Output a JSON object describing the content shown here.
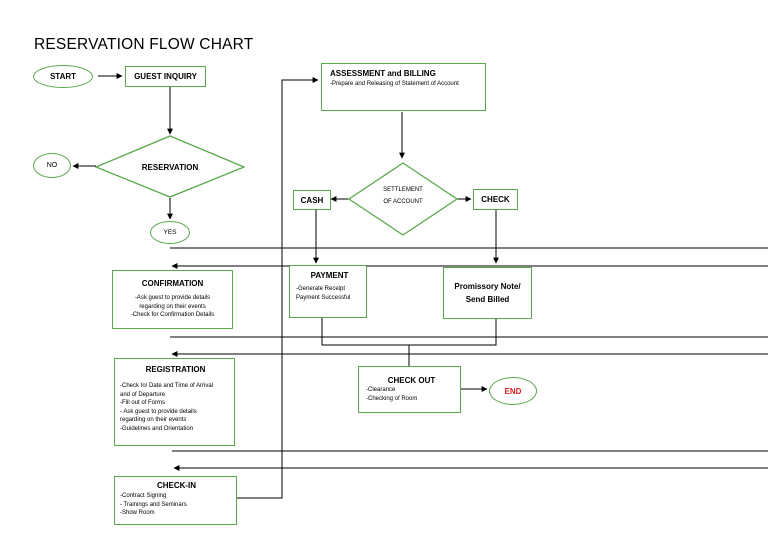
{
  "title": "RESERVATION FLOW CHART",
  "nodes": {
    "start": "START",
    "guest_inquiry": "GUEST INQUIRY",
    "reservation": "RESERVATION",
    "no": "NO",
    "yes": "YES",
    "confirmation": {
      "title": "CONFIRMATION",
      "lines": [
        "-Ask guest to provide details",
        "regarding on their events",
        "-Check for Confirmation Details"
      ]
    },
    "registration": {
      "title": "REGISTRATION",
      "lines": [
        "-Check In/ Date and Time of Arrival",
        "and of Departure",
        "-Fill out of Forms",
        "- Ask guest to provide details",
        "regarding on their events",
        "-Guidelines and Orientation"
      ]
    },
    "check_in": {
      "title": "CHECK-IN",
      "lines": [
        "-Contract Signing",
        "- Trainings and Seminars",
        "-Show Room"
      ]
    },
    "assessment": {
      "title": "ASSESSMENT and BILLING",
      "lines": [
        "-Prepare and Releasing of Statement of Account"
      ]
    },
    "settlement": [
      "SETTLEMENT",
      "OF ACCOUNT"
    ],
    "cash": "CASH",
    "check": "CHECK",
    "payment": {
      "title": "PAYMENT",
      "lines": [
        "-Generate Receipt",
        "Payment Successful"
      ]
    },
    "promissory": [
      "Promissory Note/",
      "Send Billed"
    ],
    "check_out": {
      "title": "CHECK OUT",
      "lines": [
        "-Clearance",
        "-Checking of Room"
      ]
    },
    "end": "END"
  },
  "colors": {
    "node_border": "#5aa84c",
    "end_text": "#e02020",
    "line": "#000000"
  }
}
